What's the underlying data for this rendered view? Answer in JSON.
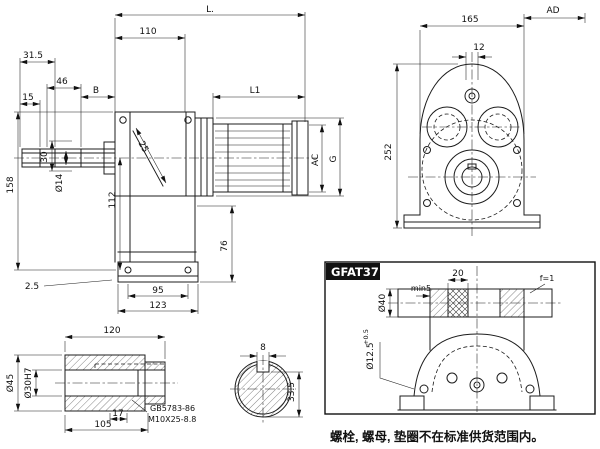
{
  "drawing": {
    "model_label": "GFAT37",
    "note": "螺栓, 螺母, 垫圈不在标准供货范围内。"
  },
  "side_view": {
    "L": "L.",
    "d110": "110",
    "d31_5": "31.5",
    "d46": "46",
    "d15": "15",
    "B": "B",
    "L1": "L1",
    "d158": "158",
    "d30": "30",
    "phi14": "Ø14",
    "d25": "25",
    "d112": "112",
    "d76": "76",
    "d2_5": "2.5",
    "d95": "95",
    "d123": "123",
    "AC": "AC",
    "G": "G"
  },
  "front_view": {
    "d165": "165",
    "AD": "AD",
    "d12": "12",
    "d252": "252"
  },
  "shaft_view": {
    "d120": "120",
    "phi45": "Ø45",
    "phi30H7": "Ø30H7",
    "d17": "17",
    "d105": "105",
    "gb": "GB5783-86",
    "bolt": "M10X25-8.8"
  },
  "section_view": {
    "d8": "8",
    "d33_5": "33.5"
  },
  "detail_view": {
    "d20": "20",
    "min5": "min5",
    "f": "f=1",
    "phi40": "Ø40",
    "phi12_5": "Ø12.5",
    "tol": "+0.5"
  }
}
